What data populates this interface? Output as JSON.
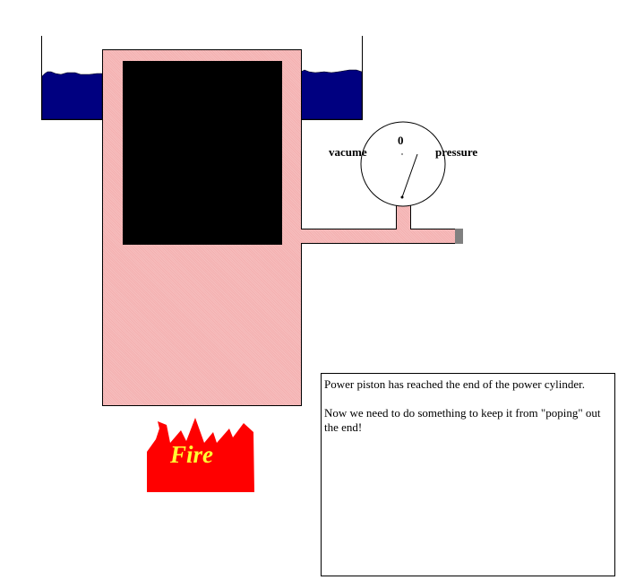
{
  "diagram": {
    "gauge": {
      "zero_label": "0",
      "left_label": "vacume",
      "right_label": "pressure"
    },
    "fire": {
      "label": "Fire"
    },
    "colors": {
      "water": "#000080",
      "cylinder": "#f4b0b0",
      "piston": "#000000",
      "fire": "#ff0000",
      "fire_text": "#ffff33",
      "pipe_cap": "#808080"
    }
  },
  "message": {
    "paragraphs": [
      "Power piston has reached the end of the power cylinder.",
      "Now we need to do something to keep it from \"poping\" out the end!"
    ]
  }
}
